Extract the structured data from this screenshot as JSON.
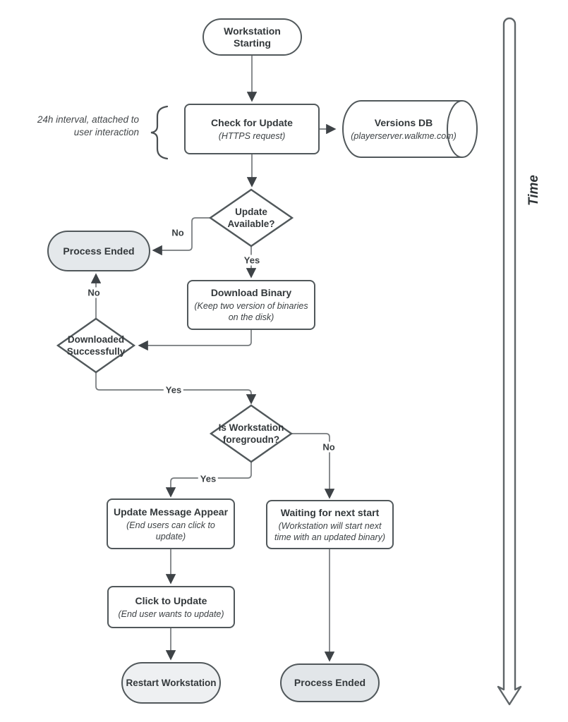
{
  "annotation": {
    "text": "24h interval, attached to user interaction"
  },
  "time_axis": {
    "label": "Time"
  },
  "nodes": {
    "workstation_starting": {
      "type": "terminator",
      "title": "Workstation\nStarting"
    },
    "check_for_update": {
      "type": "process",
      "title": "Check for Update",
      "subtitle": "(HTTPS request)"
    },
    "versions_db": {
      "type": "database",
      "title": "Versions DB",
      "subtitle": "(playerserver.walkme.com)"
    },
    "update_available": {
      "type": "decision",
      "title": "Update\nAvailable?"
    },
    "process_ended_top": {
      "type": "terminator",
      "title": "Process Ended"
    },
    "download_binary": {
      "type": "process",
      "title": "Download Binary",
      "subtitle": "(Keep two version of binaries on the disk)"
    },
    "downloaded_successfully": {
      "type": "decision",
      "title": "Downloaded\nSuccessfully"
    },
    "is_workstation_foreground": {
      "type": "decision",
      "title": "Is Workstation\nforegroudn?"
    },
    "update_message_appear": {
      "type": "process",
      "title": "Update Message Appear",
      "subtitle": "(End users can click to update)"
    },
    "waiting_for_next_start": {
      "type": "process",
      "title": "Waiting for next start",
      "subtitle": "(Workstation will start next time with an updated binary)"
    },
    "click_to_update": {
      "type": "process",
      "title": "Click to Update",
      "subtitle": "(End user wants to update)"
    },
    "restart_workstation": {
      "type": "terminator",
      "title": "Restart Workstation"
    },
    "process_ended_bottom": {
      "type": "terminator",
      "title": "Process Ended"
    }
  },
  "edge_labels": {
    "update_available_no": "No",
    "update_available_yes": "Yes",
    "downloaded_no": "No",
    "downloaded_yes": "Yes",
    "foreground_yes": "Yes",
    "foreground_no": "No"
  },
  "colors": {
    "node_border": "#51585b",
    "connector": "#75797c",
    "arrowhead": "#3e4347",
    "terminator_fill_gray": "#e4e8eb",
    "terminator_fill_light": "#eef0f2",
    "text": "#33383b"
  }
}
